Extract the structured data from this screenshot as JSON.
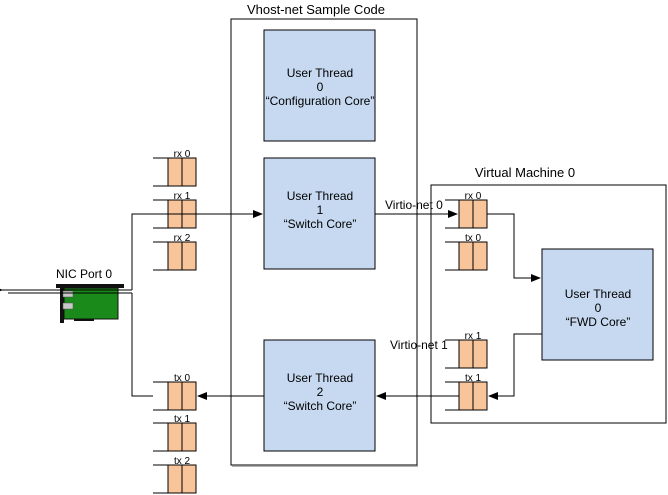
{
  "diagram": {
    "vhost_box": {
      "title": "Vhost-net Sample Code"
    },
    "vm_box": {
      "title": "Virtual Machine 0"
    },
    "nic": {
      "label": "NIC Port 0"
    },
    "colors": {
      "thread_fill": "#c6d9f0",
      "queue_fill": "#f8c59b",
      "nic_green": "#1a8a1a",
      "line": "#000000"
    },
    "threads": [
      {
        "id": "config",
        "lines": [
          "User Thread",
          "0",
          "“Configuration Core”"
        ]
      },
      {
        "id": "switch1",
        "lines": [
          "User Thread",
          "1",
          "“Switch Core”"
        ]
      },
      {
        "id": "switch2",
        "lines": [
          "User Thread",
          "2",
          "“Switch Core”"
        ]
      },
      {
        "id": "fwd",
        "lines": [
          "User Thread",
          "0",
          "“FWD Core”"
        ]
      }
    ],
    "host_rx_queues": [
      "rx 0",
      "rx 1",
      "rx 2"
    ],
    "host_tx_queues": [
      "tx 0",
      "tx 1",
      "tx 2"
    ],
    "vm_queues": [
      "rx 0",
      "tx 0",
      "rx 1",
      "tx 1"
    ],
    "virtio_labels": [
      "Virtio-net 0",
      "Virtio-net 1"
    ]
  }
}
